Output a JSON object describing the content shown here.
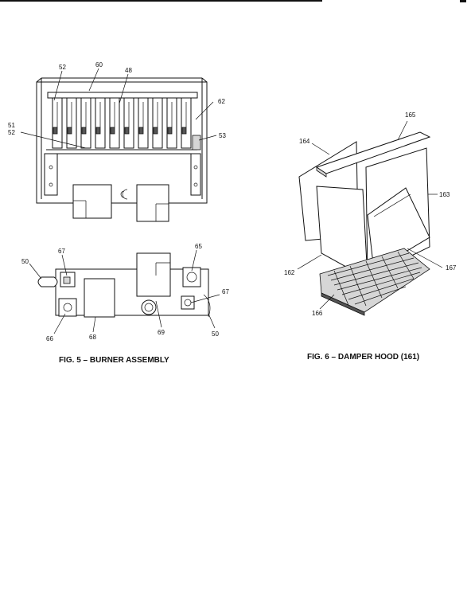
{
  "fig5": {
    "caption": "FIG. 5 – BURNER ASSEMBLY",
    "callouts": {
      "c52_top": "52",
      "c60": "60",
      "c48": "48",
      "c62": "62",
      "c51": "51",
      "c52_left": "52",
      "c53": "53",
      "c50_left": "50",
      "c67_top": "67",
      "c65": "65",
      "c67_right": "67",
      "c66": "66",
      "c68": "68",
      "c69": "69",
      "c50_right": "50"
    }
  },
  "fig6": {
    "caption": "FIG. 6 – DAMPER HOOD (161)",
    "callouts": {
      "c165": "165",
      "c164": "164",
      "c163": "163",
      "c162": "162",
      "c167": "167",
      "c166": "166"
    }
  }
}
